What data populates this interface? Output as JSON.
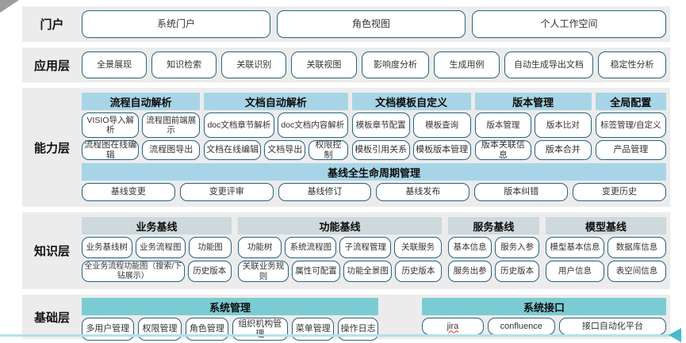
{
  "colors": {
    "band_background": "#ececec",
    "capability_header": "#a7d5e7",
    "knowledge_header": "#cdd9db",
    "foundation_header": "#7bccd2",
    "button_border": "#27647e",
    "bottom_line": "#b5e0ea",
    "bottom_arrow": "#49b9ce",
    "misspell_underline": "#e03131"
  },
  "portal": {
    "label": "门户",
    "buttons": [
      "系统门户",
      "角色视图",
      "个人工作空间"
    ]
  },
  "application": {
    "label": "应用层",
    "buttons": [
      "全景展现",
      "知识检索",
      "关联识别",
      "关联视图",
      "影响度分析",
      "生成用例",
      "自动生成导出文档",
      "稳定性分析"
    ]
  },
  "capability": {
    "label": "能力层",
    "groups": [
      {
        "header": "流程自动解析",
        "rows": [
          [
            "VISIO导入解析",
            "流程图前端展示"
          ],
          [
            "流程图在线编辑",
            "流程图导出"
          ]
        ]
      },
      {
        "header": "文档自动解析",
        "rows": [
          [
            "doc文档章节解析",
            "doc文档内容解析"
          ],
          [
            "文档在线编辑",
            "文档导出",
            "权限控制"
          ]
        ]
      },
      {
        "header": "文档模板自定义",
        "rows": [
          [
            "模板章节配置",
            "模板查询"
          ],
          [
            "模板引用关系",
            "模板版本管理"
          ]
        ]
      },
      {
        "header": "版本管理",
        "rows": [
          [
            "版本管理",
            "版本比对"
          ],
          [
            "版本关联信息",
            "版本合并"
          ]
        ]
      },
      {
        "header": "全局配置",
        "rows": [
          [
            "标签管理/自定义"
          ],
          [
            "产品管理"
          ]
        ]
      }
    ],
    "baseline": {
      "header": "基线全生命周期管理",
      "buttons": [
        "基线变更",
        "变更评审",
        "基线修订",
        "基线发布",
        "版本纠错",
        "变更历史"
      ]
    }
  },
  "knowledge": {
    "label": "知识层",
    "groups": [
      {
        "header": "业务基线",
        "rows": [
          [
            "业务基线树",
            "业务流程图",
            "功能图"
          ],
          [
            "全业务流程功能图（搜索/下钻展示）",
            "历史版本"
          ]
        ]
      },
      {
        "header": "功能基线",
        "rows": [
          [
            "功能树",
            "系统流程图",
            "子流程管理",
            "关联服务"
          ],
          [
            "关联业务规则",
            "属性可配置",
            "功能全景图",
            "历史版本"
          ]
        ]
      },
      {
        "header": "服务基线",
        "rows": [
          [
            "基本信息",
            "服务入参"
          ],
          [
            "服务出参",
            "历史版本"
          ]
        ]
      },
      {
        "header": "模型基线",
        "rows": [
          [
            "模型基本信息",
            "数据库信息"
          ],
          [
            "用户信息",
            "表空间信息"
          ]
        ]
      }
    ]
  },
  "foundation": {
    "label": "基础层",
    "groups": [
      {
        "header": "系统管理",
        "buttons": [
          "多用户管理",
          "权限管理",
          "角色管理",
          "组织机构管理",
          "菜单管理",
          "操作日志"
        ]
      },
      {
        "header": "系统接口",
        "buttons": [
          "jira",
          "confluence",
          "接口自动化平台"
        ]
      }
    ]
  }
}
